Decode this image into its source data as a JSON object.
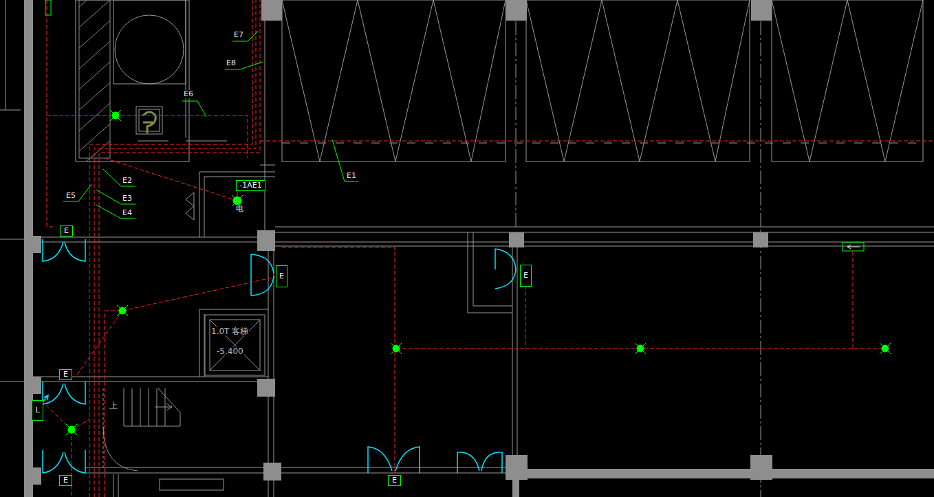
{
  "diagram": {
    "nodes": [
      {
        "text": [
          "E"
        ]
      },
      {
        "text": [
          "-1AE1"
        ]
      },
      {
        "text": [
          "E"
        ]
      },
      {
        "text": [
          "E"
        ]
      },
      {
        "text": [
          "E"
        ]
      },
      {
        "text": [
          "L"
        ]
      },
      {
        "text": [
          "E"
        ]
      },
      {
        "text": [
          "E"
        ]
      }
    ],
    "labels": [
      "E7",
      "E8",
      "E6",
      "E1",
      "E2",
      "E3",
      "E5",
      "E4",
      "电",
      "1.0T 客梯",
      "-5.400",
      "上"
    ]
  }
}
